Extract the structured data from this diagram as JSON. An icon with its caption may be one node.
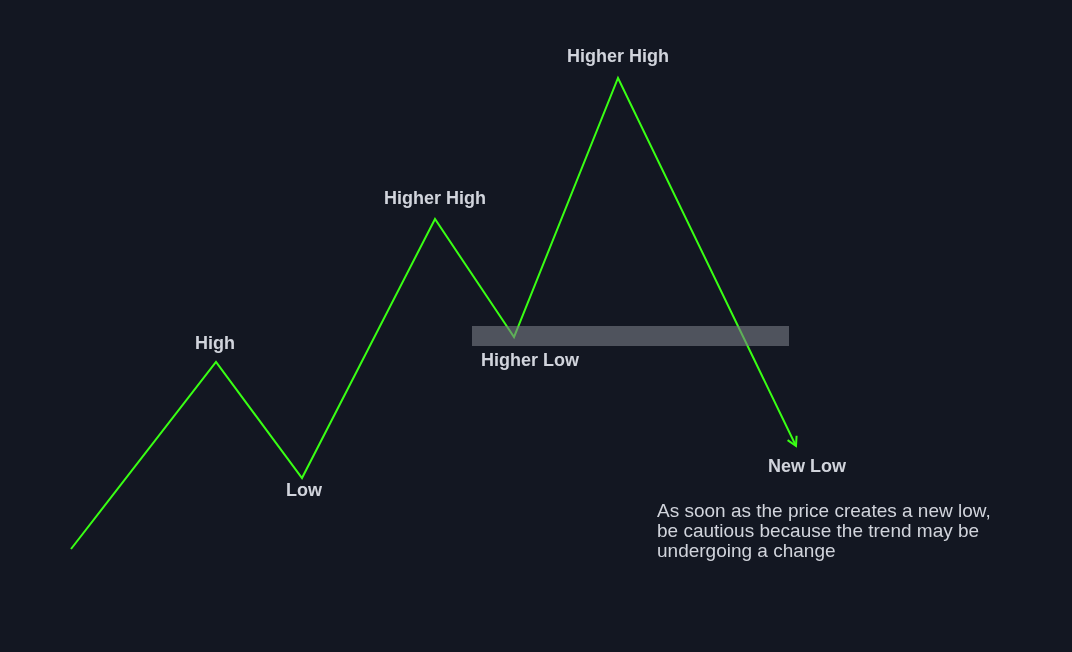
{
  "diagram": {
    "labels": [
      "Higher High",
      "Higher High",
      "High",
      "Higher Low",
      "New Low",
      "Low",
      "As soon as the price creates a new low, be cautious because the trend may be undergoing a change"
    ]
  }
}
